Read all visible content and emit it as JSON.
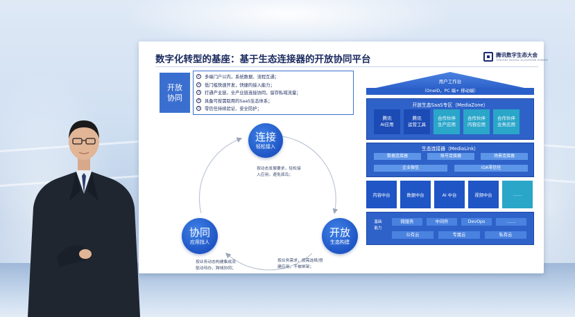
{
  "slide": {
    "title": "数字化转型的基座：基于生态连接器的开放协同平台",
    "logo": {
      "name": "腾讯数字生态大会",
      "subtitle": "TENCENT DIGITAL ECOSYSTEM SUMMIT"
    },
    "open_box": {
      "line1": "开放",
      "line2": "协同"
    },
    "bullets": [
      {
        "num": "1",
        "text": "多端门户以内，系统数据、流程互通；"
      },
      {
        "num": "2",
        "text": "低门槛快速开发，快捷的接入能力；"
      },
      {
        "num": "3",
        "text": "打通产业链，全产业链连接协同，留存私域流量；"
      },
      {
        "num": "4",
        "text": "具备可按需取用的SaaS生态体系；"
      },
      {
        "num": "5",
        "text": "零信任持续验证、安全防护；"
      }
    ],
    "cycle": {
      "connect": {
        "main": "连接",
        "sub": "轻松接入"
      },
      "open": {
        "main": "开放",
        "sub": "生态构建"
      },
      "collab": {
        "main": "协同",
        "sub": "应用找人"
      },
      "caption_connect_1": "按动态发展要求，轻松接",
      "caption_connect_2": "入应用，避免孤岛；",
      "caption_open_1": "按业务需求，按需选择/搭",
      "caption_open_2": "建应用，不被绑架；",
      "caption_collab_1": "按业务动态构建集成流",
      "caption_collab_2": "驱动待办，跨域协同；"
    },
    "arch": {
      "roof_title": "用户工作台",
      "roof_band": "（OneID，PC 端+ 移动端）",
      "zone_title": "开放生态SaaS专区（MediaZone）",
      "zone_tiles": [
        {
          "l1": "腾讯",
          "l2": "AI应用",
          "style": "dark"
        },
        {
          "l1": "腾讯",
          "l2": "运营工具",
          "style": "dark"
        },
        {
          "l1": "合作伙伴",
          "l2": "生产应用",
          "style": "teal"
        },
        {
          "l1": "合作伙伴",
          "l2": "内容应用",
          "style": "teal"
        },
        {
          "l1": "合作伙伴",
          "l2": "业务应用",
          "style": "teal"
        }
      ],
      "conn_title": "生态连接器（MediaLink）",
      "conn_chips": {
        "data": "数据连接器",
        "account": "账号连接器",
        "scene": "场景连接器",
        "wecom": "企业微信",
        "ioa": "IOA零信任"
      },
      "mid_tiles": [
        {
          "label": "内容中台",
          "style": "dark"
        },
        {
          "label": "数据中台",
          "style": "dark"
        },
        {
          "label": "AI 中台",
          "style": "dark"
        },
        {
          "label": "视频中台",
          "style": "dark"
        },
        {
          "label": "……",
          "style": "teal"
        }
      ],
      "base_label_1": "基础",
      "base_label_2": "能力",
      "base_chips": {
        "microservice": "微服务",
        "middleware": "中间件",
        "devops": "DevOps",
        "more": "……",
        "public": "公有云",
        "dedicated": "专属云",
        "private": "私有云"
      }
    }
  },
  "colors": {
    "accent": "#1f55c5",
    "teal": "#2aa6c9",
    "title": "#1a2a5e"
  }
}
